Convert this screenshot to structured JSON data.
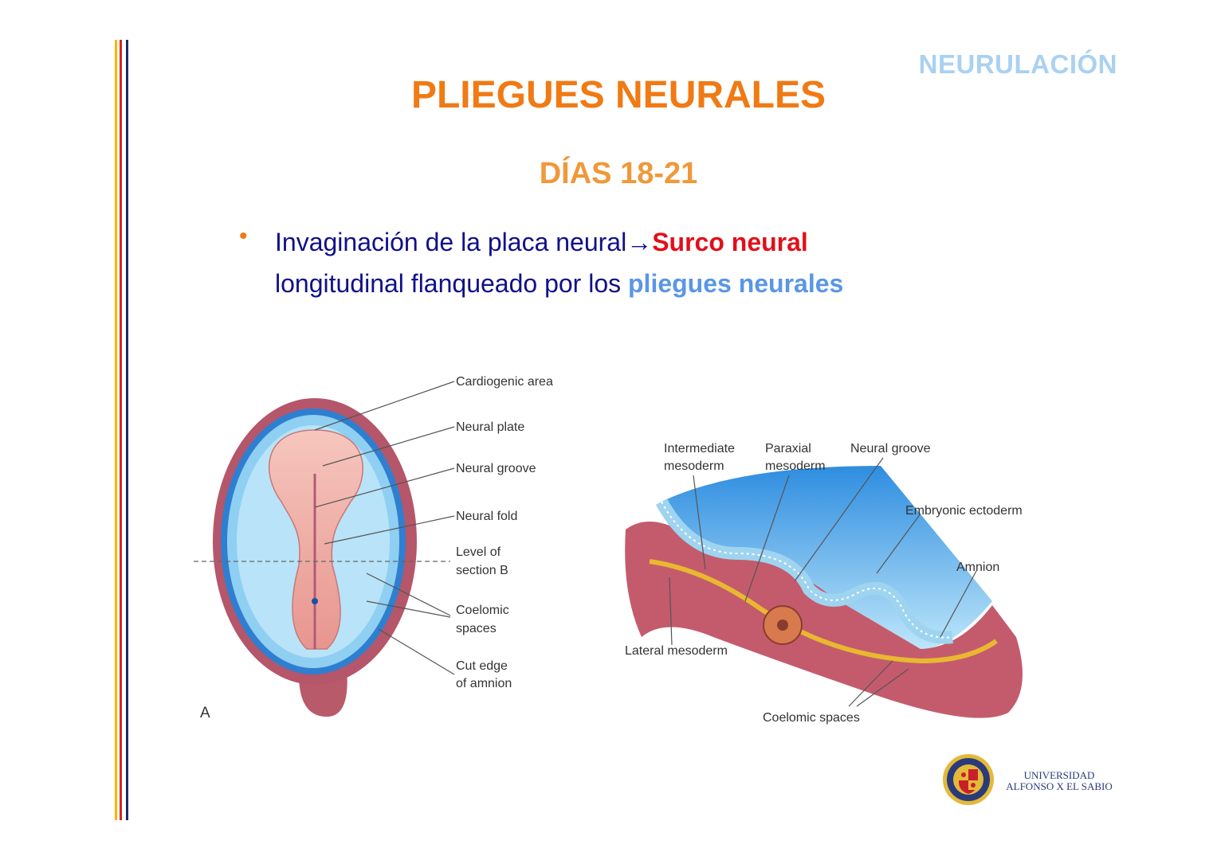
{
  "header": {
    "section": "NEURULACIÓN",
    "title": "PLIEGUES NEURALES",
    "subtitle": "DÍAS 18-21"
  },
  "bullet": {
    "marker": "•",
    "text_1": "Invaginación de la placa neural",
    "arrow": "→",
    "highlight_red": "Surco neural",
    "text_2": "longitudinal flanqueado por los ",
    "highlight_blue": "pliegues neurales"
  },
  "figure_a": {
    "panel_label": "A",
    "labels": {
      "cardiogenic": "Cardiogenic area",
      "neural_plate": "Neural plate",
      "neural_groove": "Neural groove",
      "neural_fold": "Neural fold",
      "level_1": "Level of",
      "level_2": "section B",
      "coelomic_1": "Coelomic",
      "coelomic_2": "spaces",
      "cut_edge_1": "Cut edge",
      "cut_edge_2": "of amnion"
    }
  },
  "figure_b": {
    "labels": {
      "intermediate_1": "Intermediate",
      "intermediate_2": "mesoderm",
      "paraxial_1": "Paraxial",
      "paraxial_2": "mesoderm",
      "neural_groove": "Neural groove",
      "ectoderm": "Embryonic ectoderm",
      "amnion": "Amnion",
      "lateral": "Lateral mesoderm",
      "coelomic": "Coelomic spaces"
    }
  },
  "logo": {
    "line1": "UNIVERSIDAD",
    "line2": "ALFONSO X EL SABIO"
  },
  "colors": {
    "accent_orange": "#f07a14",
    "section_blue": "#a9d1f2",
    "text_navy": "#10108a",
    "highlight_red": "#e0101a",
    "highlight_blue": "#5a96e6"
  }
}
